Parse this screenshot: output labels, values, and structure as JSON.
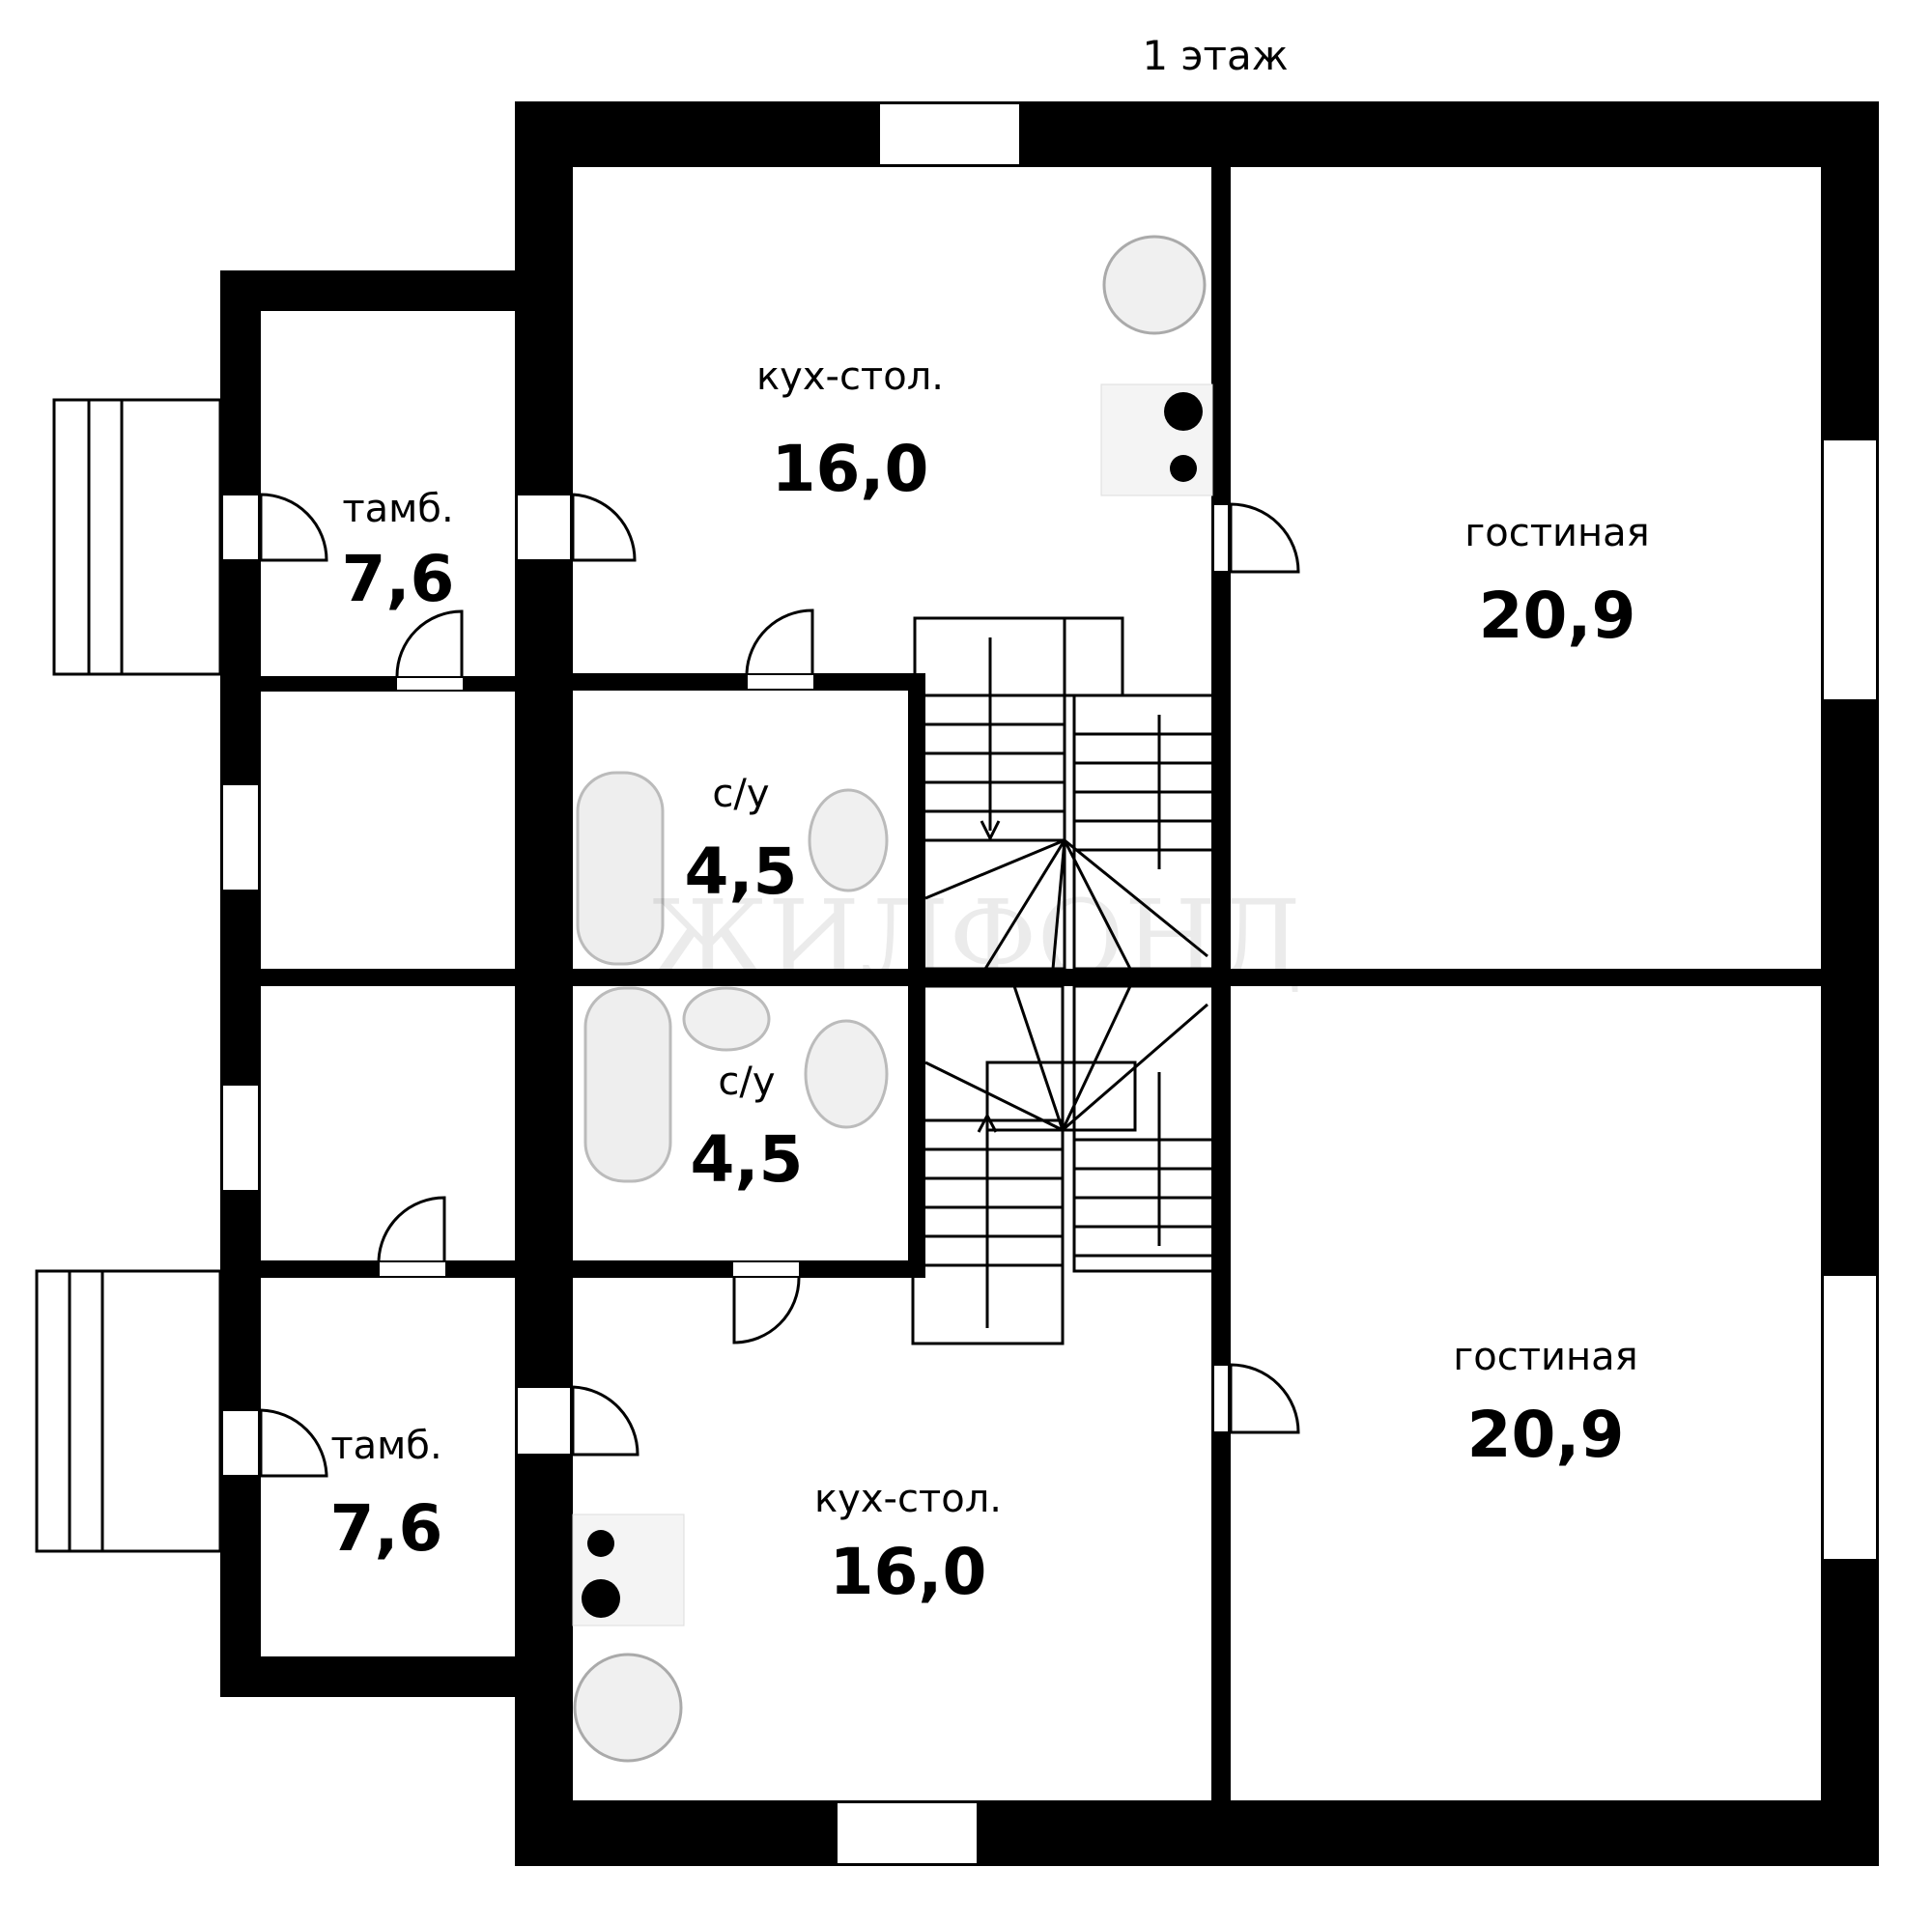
{
  "title": "1 этаж",
  "watermark": "ЖИЛФОНД",
  "rooms": [
    {
      "name": "кух-стол.",
      "area": "16,0"
    },
    {
      "name": "гостиная",
      "area": "20,9"
    },
    {
      "name": "тамб.",
      "area": "7,6"
    },
    {
      "name": "с/у",
      "area": "4,5"
    },
    {
      "name": "с/у",
      "area": "4,5"
    },
    {
      "name": "тамб.",
      "area": "7,6"
    },
    {
      "name": "кух-стол.",
      "area": "16,0"
    },
    {
      "name": "гостиная",
      "area": "20,9"
    }
  ],
  "colors": {
    "wall": "#000000",
    "window": "#ffffff",
    "fixture": "#e8e8e8"
  }
}
